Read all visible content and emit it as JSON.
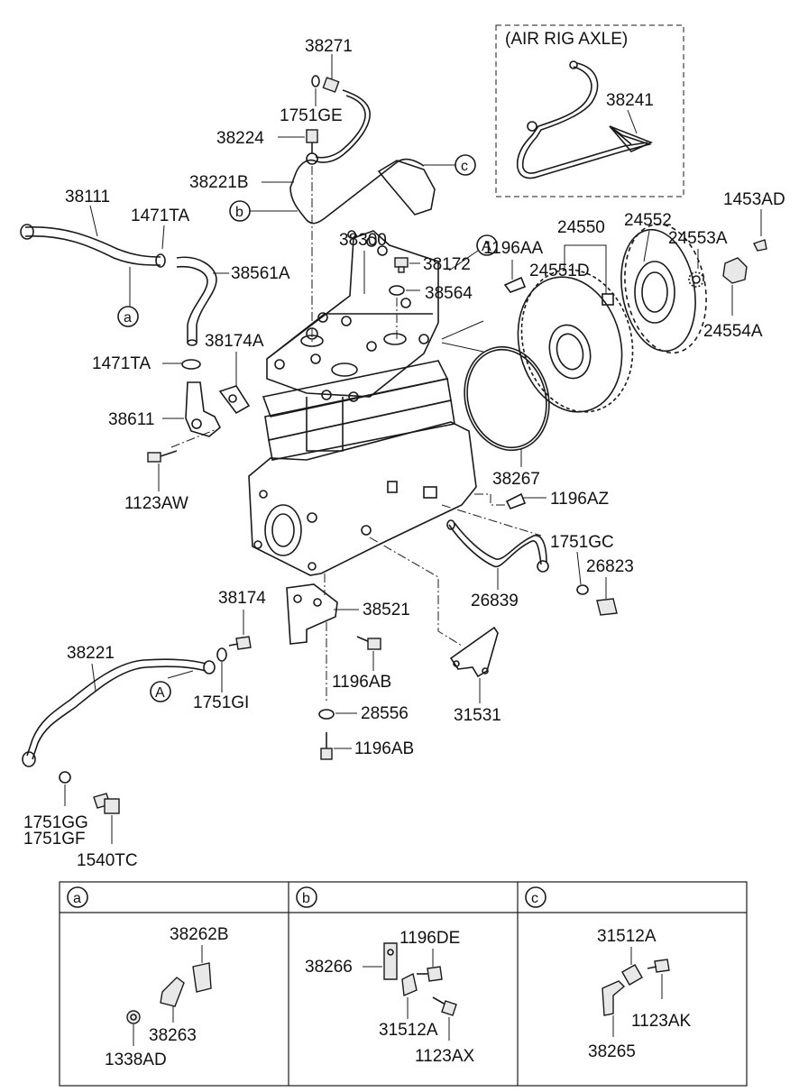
{
  "inset_title": "(AIR RIG AXLE)",
  "callouts": {
    "a": "a",
    "b": "b",
    "c": "c",
    "A": "A"
  },
  "labels": {
    "p38271": "38271",
    "p1751GE": "1751GE",
    "p38224": "38224",
    "p38221B": "38221B",
    "p38241": "38241",
    "p38111": "38111",
    "p1471TA_top": "1471TA",
    "p38561A": "38561A",
    "p38300": "38300",
    "p38172": "38172",
    "p38564": "38564",
    "p1196AA": "1196AA",
    "p24550": "24550",
    "p24551D": "24551D",
    "p24552": "24552",
    "p24553A": "24553A",
    "p1453AD": "1453AD",
    "p24554A": "24554A",
    "p38174A": "38174A",
    "p1471TA_mid": "1471TA",
    "p38611": "38611",
    "p1123AW": "1123AW",
    "p38267": "38267",
    "p1196AZ": "1196AZ",
    "p1751GC": "1751GC",
    "p26823": "26823",
    "p26839": "26839",
    "p38174": "38174",
    "p38521": "38521",
    "p38221": "38221",
    "p1751GI": "1751GI",
    "p1196AB_1": "1196AB",
    "p28556": "28556",
    "p31531": "31531",
    "p1196AB_2": "1196AB",
    "p1751GG": "1751GG",
    "p1751GF": "1751GF",
    "p1540TC": "1540TC"
  },
  "detail_table": {
    "a": {
      "header": "a",
      "parts": [
        "38262B",
        "38263",
        "1338AD"
      ]
    },
    "b": {
      "header": "b",
      "parts": [
        "1196DE",
        "38266",
        "31512A",
        "1123AX"
      ]
    },
    "c": {
      "header": "c",
      "parts": [
        "31512A",
        "1123AK",
        "38265"
      ]
    }
  }
}
